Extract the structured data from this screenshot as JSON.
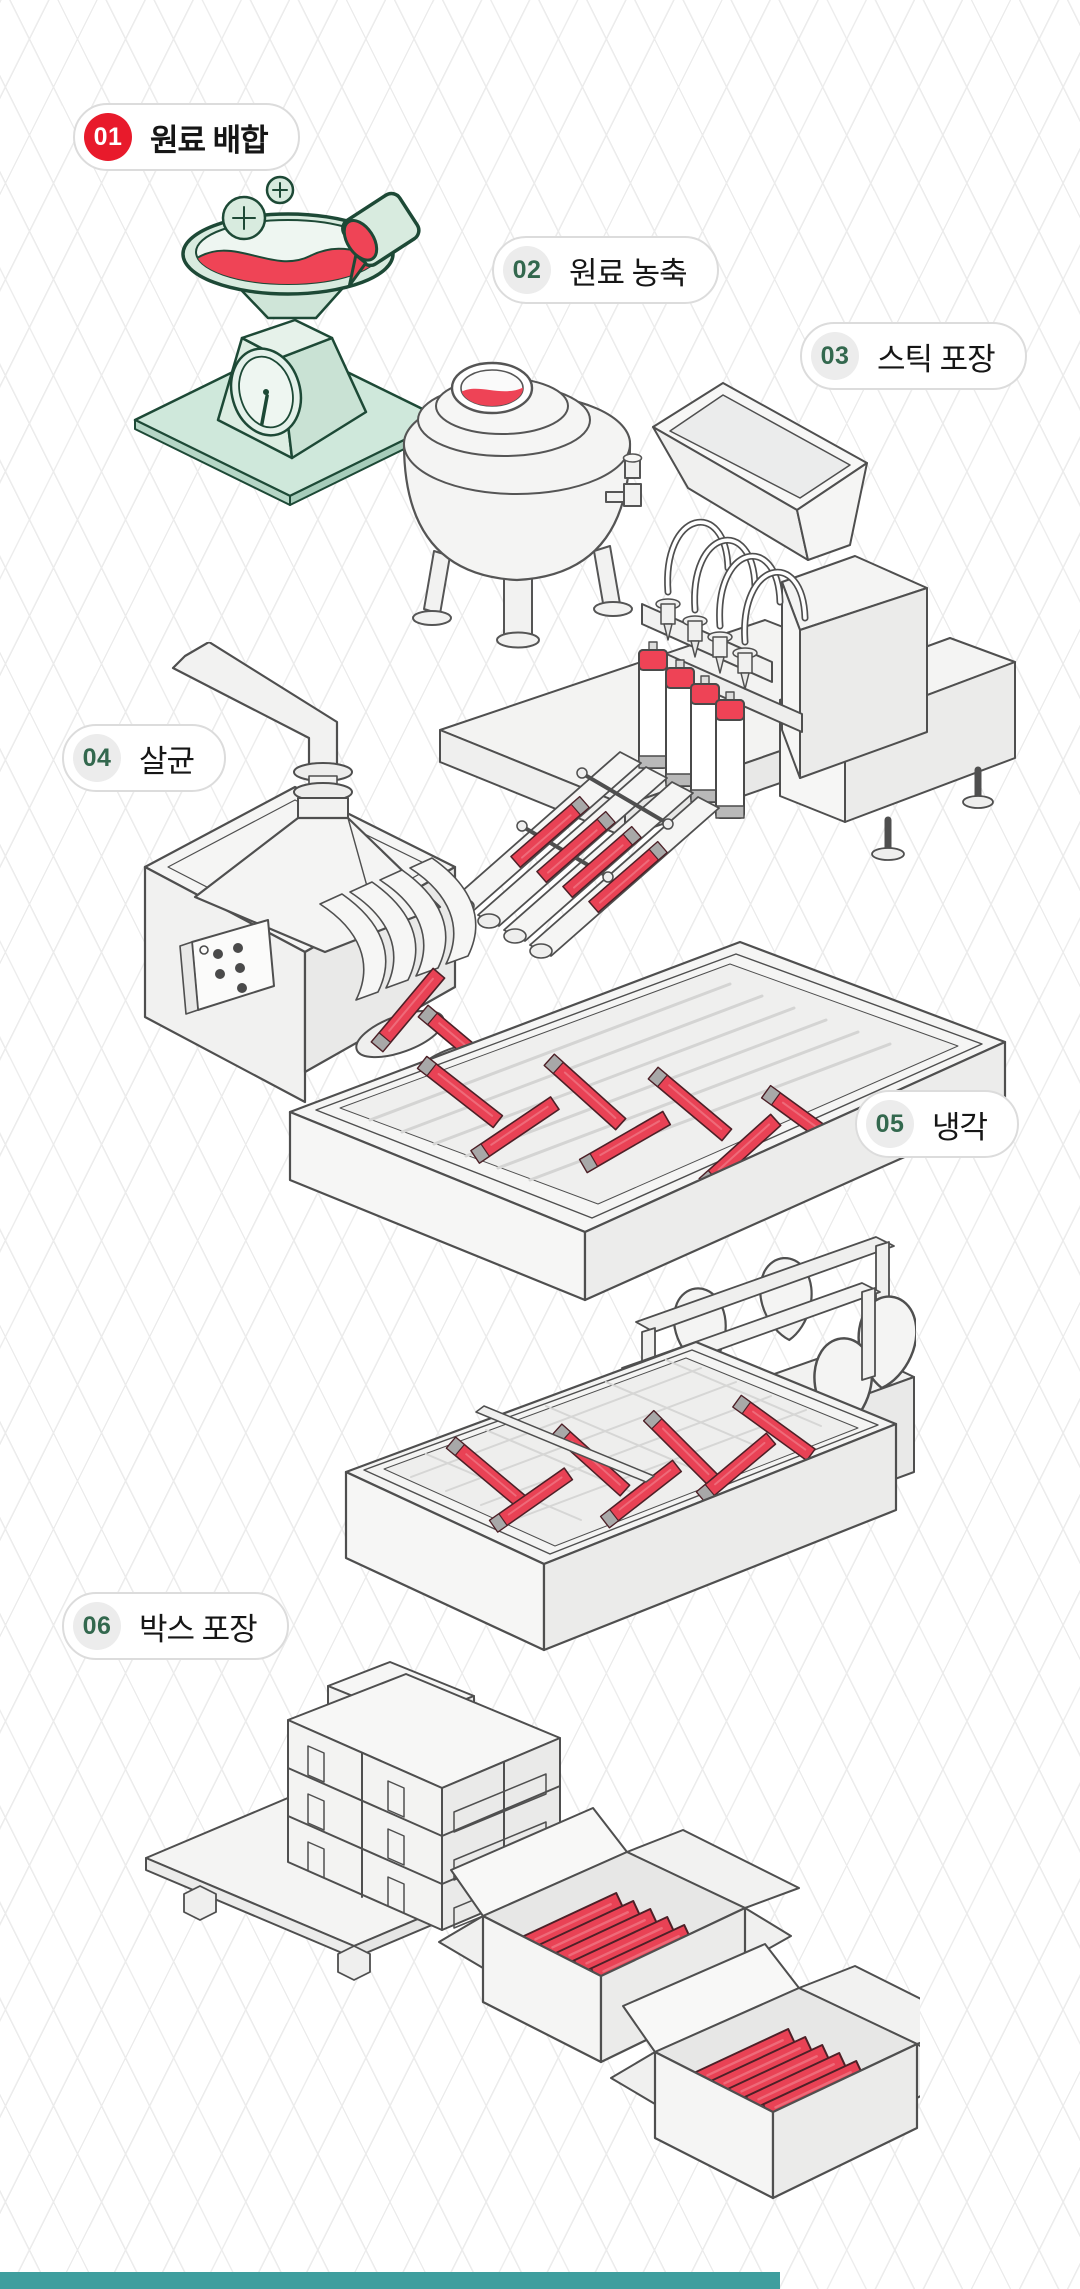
{
  "steps": [
    {
      "number": "01",
      "label": "원료 배합",
      "highlighted": true
    },
    {
      "number": "02",
      "label": "원료 농축",
      "highlighted": false
    },
    {
      "number": "03",
      "label": "스틱 포장",
      "highlighted": false
    },
    {
      "number": "04",
      "label": "살균",
      "highlighted": false
    },
    {
      "number": "05",
      "label": "냉각",
      "highlighted": false
    },
    {
      "number": "06",
      "label": "박스 포장",
      "highlighted": false
    }
  ],
  "palette": {
    "highlight_badge_red": "#E81A2B",
    "badge_gray_bg": "#ECECEC",
    "badge_number_green": "#33684E",
    "pill_border": "#DCDCDC",
    "grid_line": "#ECECEC",
    "liquid_red": "#EF4456",
    "stick_red": "#E94255",
    "mint_fill": "#D8EBDF",
    "mint_outline": "#1D4936",
    "machine_outline": "#4F4F4F",
    "footer_bar_teal": "#3F9E9E"
  },
  "footer": {
    "accent_bar_visible": true
  }
}
